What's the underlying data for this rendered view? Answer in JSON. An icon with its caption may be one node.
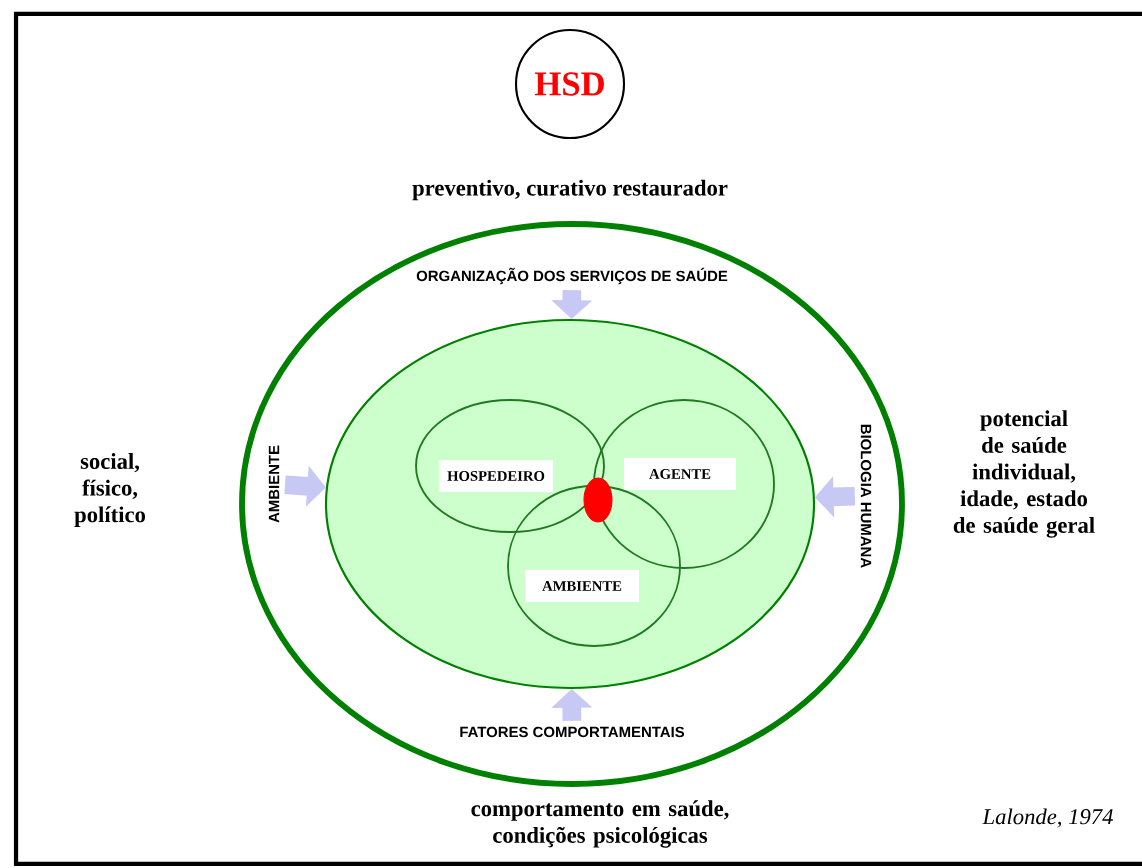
{
  "diagram": {
    "nodes": [
      {
        "text": [
          "HSD"
        ]
      },
      {
        "text": [],
        "shape": "ellipse"
      },
      {
        "text": [],
        "shape": "ellipse",
        "in": 1
      },
      {
        "text": [
          "ORGANIZAÇÃO DOS SERVIÇOS DE SAÚDE"
        ],
        "in": 1
      },
      {
        "text": [
          "AMBIENTE"
        ],
        "in": 1
      },
      {
        "text": [
          "BIOLOGIA HUMANA"
        ],
        "in": 1
      },
      {
        "text": [
          "FATORES COMPORTAMENTAIS"
        ],
        "in": 1
      },
      {
        "text": [
          "HOSPEDEIRO"
        ],
        "in": 2
      },
      {
        "text": [
          "AGENTE"
        ],
        "in": 2
      },
      {
        "text": [
          "AMBIENTE"
        ],
        "in": 2
      },
      {
        "text": [],
        "shape": "ellipse",
        "in": 2
      }
    ],
    "edges": [
      {
        "from": 3,
        "to": 2,
        "arrow": "to"
      },
      {
        "from": 4,
        "to": 2,
        "arrow": "to"
      },
      {
        "from": 5,
        "to": 2,
        "arrow": "to"
      },
      {
        "from": 6,
        "to": 2,
        "arrow": "to"
      }
    ],
    "labels": [
      "preventivo, curativo restaurador",
      "social, físico, político",
      "potencial de saúde individual, idade, estado de saúde geral",
      "comportamento em saúde, condições psicológicas",
      "Lalonde, 1974"
    ]
  }
}
